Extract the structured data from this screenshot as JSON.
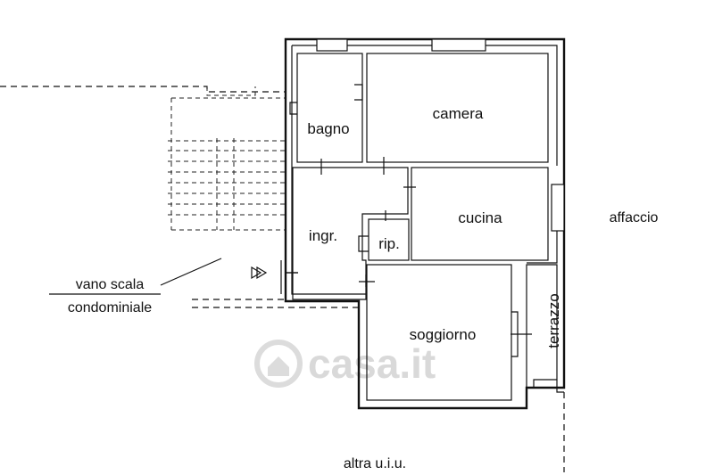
{
  "rooms": {
    "bagno": "bagno",
    "camera": "camera",
    "ingresso": "ingr.",
    "ripostiglio": "rip.",
    "cucina": "cucina",
    "soggiorno": "soggiorno",
    "terrazzo": "terrazzo"
  },
  "external": {
    "affaccio": "affaccio",
    "vano_scala_line1": "vano scala",
    "vano_scala_line2": "condominiale",
    "altra_uiu": "altra u.i.u."
  },
  "watermark": "casa.it",
  "colors": {
    "lines": "#111111",
    "watermark": "#d9d9d9",
    "background": "#ffffff"
  }
}
